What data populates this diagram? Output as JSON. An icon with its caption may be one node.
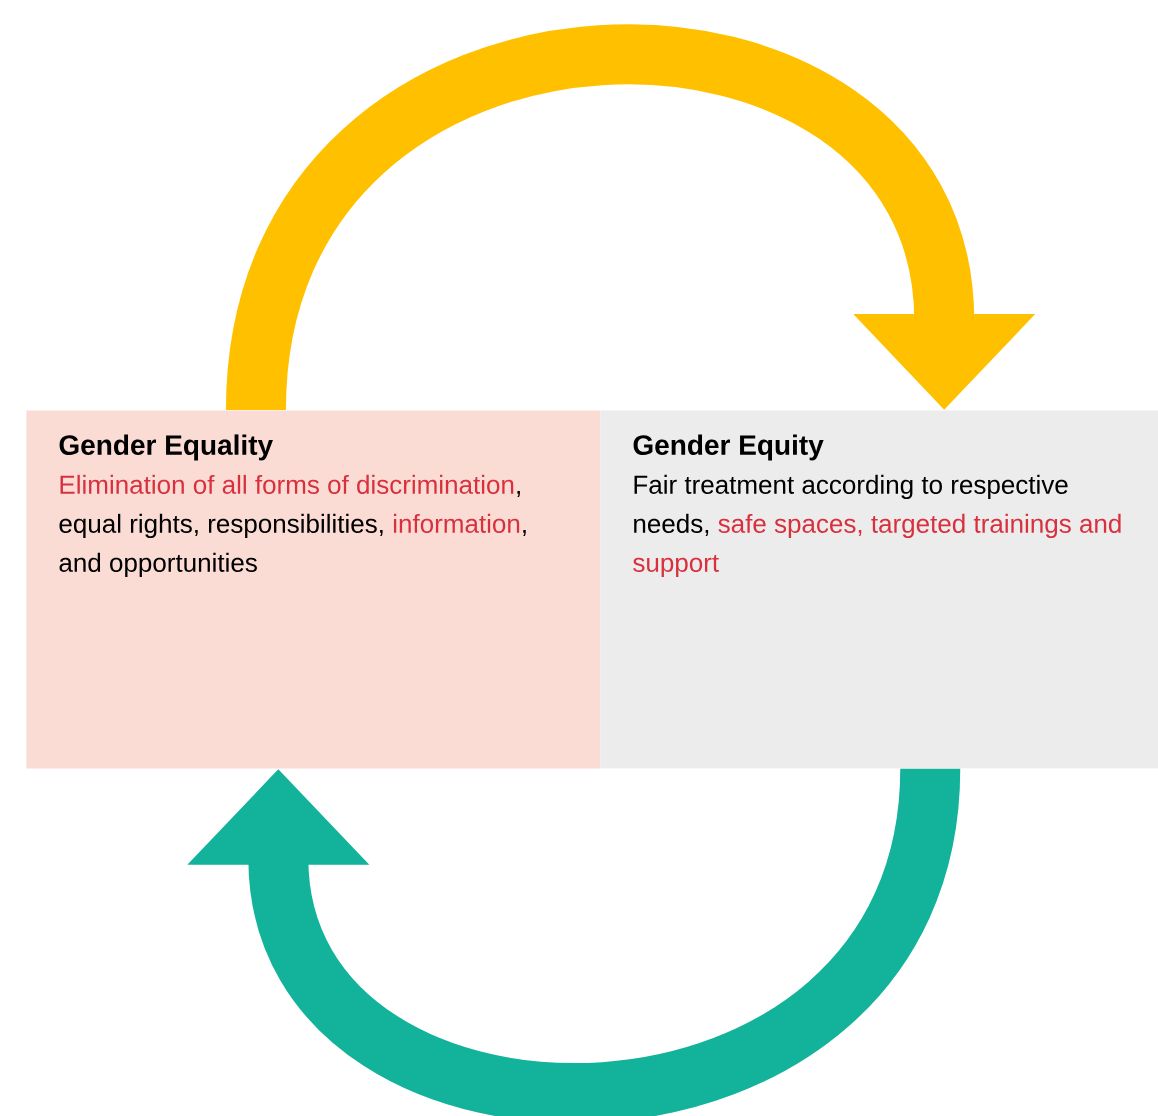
{
  "diagram": {
    "nodes": [
      {
        "text": [
          "Gender Equality",
          "Elimination of all forms of discrimination",
          ", equal rights, responsibilities,",
          "information",
          ", and opportunities"
        ]
      },
      {
        "text": [
          "Gender Equity",
          "Fair treatment according to respective needs,",
          "safe spaces, targeted trainings and support"
        ]
      }
    ],
    "edges": [
      {
        "from": 0,
        "to": 1,
        "arrow": "to",
        "color": "#ffc000"
      },
      {
        "from": 1,
        "to": 0,
        "arrow": "to",
        "color": "#12b39a"
      }
    ]
  }
}
